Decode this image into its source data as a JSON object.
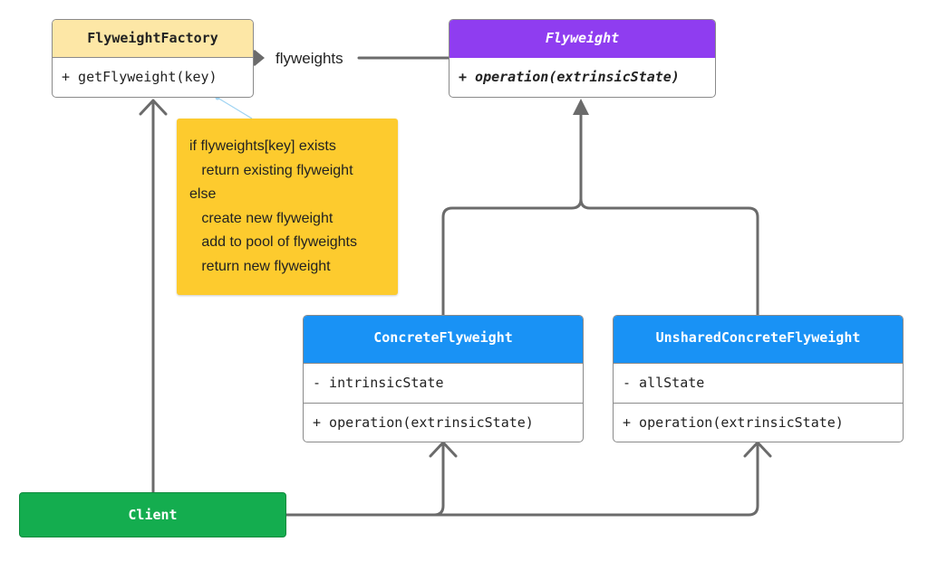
{
  "colors": {
    "factory_header": "#fde7a6",
    "flyweight_header": "#8f3df0",
    "concrete_header": "#1992f5",
    "client": "#14ad4f",
    "note": "#fdcb2e",
    "line": "#6b6b6b"
  },
  "factory": {
    "name": "FlyweightFactory",
    "method": "+ getFlyweight(key)"
  },
  "flyweight": {
    "name": "Flyweight",
    "method": "+ operation(extrinsicState)"
  },
  "concrete": {
    "name": "ConcreteFlyweight",
    "field": "- intrinsicState",
    "method": "+ operation(extrinsicState)"
  },
  "unshared": {
    "name": "UnsharedConcreteFlyweight",
    "field": "- allState",
    "method": "+ operation(extrinsicState)"
  },
  "client": {
    "name": "Client"
  },
  "association": {
    "label": "flyweights"
  },
  "note": {
    "lines": [
      "if flyweights[key] exists",
      "   return existing flyweight",
      "else",
      "   create new flyweight",
      "   add to pool of flyweights",
      "   return new flyweight"
    ]
  }
}
